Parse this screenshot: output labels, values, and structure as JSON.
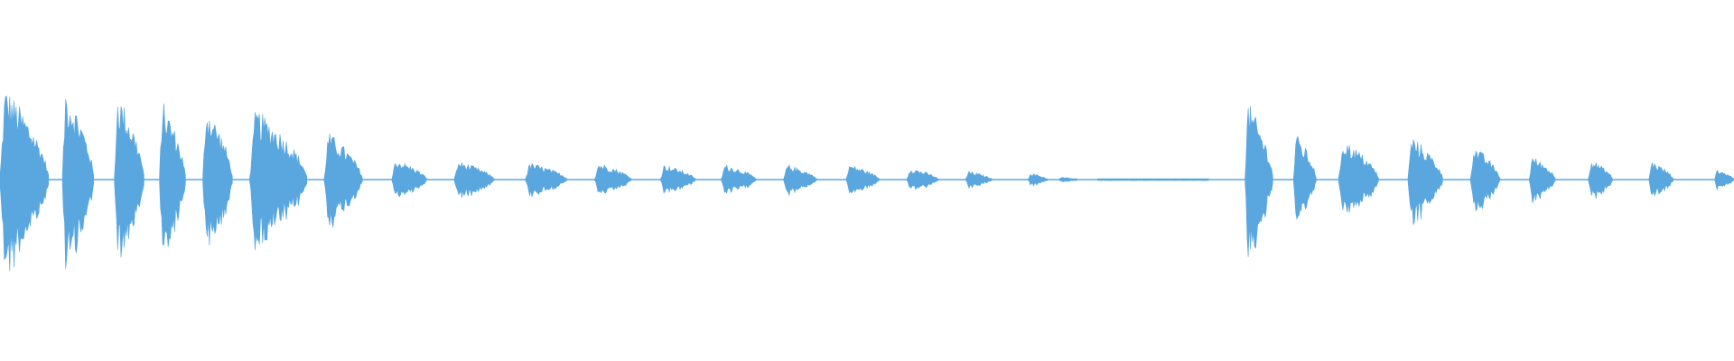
{
  "waveform": {
    "color": "#5aa7e0",
    "background": "#ffffff",
    "bursts": [
      {
        "start": 0.0,
        "end": 0.028,
        "amp": 0.55
      },
      {
        "start": 0.036,
        "end": 0.054,
        "amp": 0.55
      },
      {
        "start": 0.066,
        "end": 0.083,
        "amp": 0.52
      },
      {
        "start": 0.092,
        "end": 0.107,
        "amp": 0.47
      },
      {
        "start": 0.117,
        "end": 0.134,
        "amp": 0.45
      },
      {
        "start": 0.144,
        "end": 0.177,
        "amp": 0.42
      },
      {
        "start": 0.187,
        "end": 0.209,
        "amp": 0.28
      },
      {
        "start": 0.226,
        "end": 0.246,
        "amp": 0.12
      },
      {
        "start": 0.262,
        "end": 0.285,
        "amp": 0.11
      },
      {
        "start": 0.303,
        "end": 0.327,
        "amp": 0.1
      },
      {
        "start": 0.343,
        "end": 0.364,
        "amp": 0.1
      },
      {
        "start": 0.381,
        "end": 0.401,
        "amp": 0.09
      },
      {
        "start": 0.416,
        "end": 0.436,
        "amp": 0.09
      },
      {
        "start": 0.452,
        "end": 0.471,
        "amp": 0.09
      },
      {
        "start": 0.488,
        "end": 0.507,
        "amp": 0.09
      },
      {
        "start": 0.523,
        "end": 0.541,
        "amp": 0.07
      },
      {
        "start": 0.557,
        "end": 0.572,
        "amp": 0.05
      },
      {
        "start": 0.593,
        "end": 0.604,
        "amp": 0.04
      },
      {
        "start": 0.611,
        "end": 0.621,
        "amp": 0.015
      },
      {
        "start": 0.633,
        "end": 0.697,
        "amp": 0.004
      },
      {
        "start": 0.718,
        "end": 0.734,
        "amp": 0.46
      },
      {
        "start": 0.746,
        "end": 0.759,
        "amp": 0.27
      },
      {
        "start": 0.772,
        "end": 0.795,
        "amp": 0.24
      },
      {
        "start": 0.812,
        "end": 0.832,
        "amp": 0.26
      },
      {
        "start": 0.848,
        "end": 0.865,
        "amp": 0.2
      },
      {
        "start": 0.882,
        "end": 0.897,
        "amp": 0.14
      },
      {
        "start": 0.916,
        "end": 0.93,
        "amp": 0.12
      },
      {
        "start": 0.951,
        "end": 0.965,
        "amp": 0.11
      },
      {
        "start": 0.989,
        "end": 1.0,
        "amp": 0.06
      }
    ]
  }
}
